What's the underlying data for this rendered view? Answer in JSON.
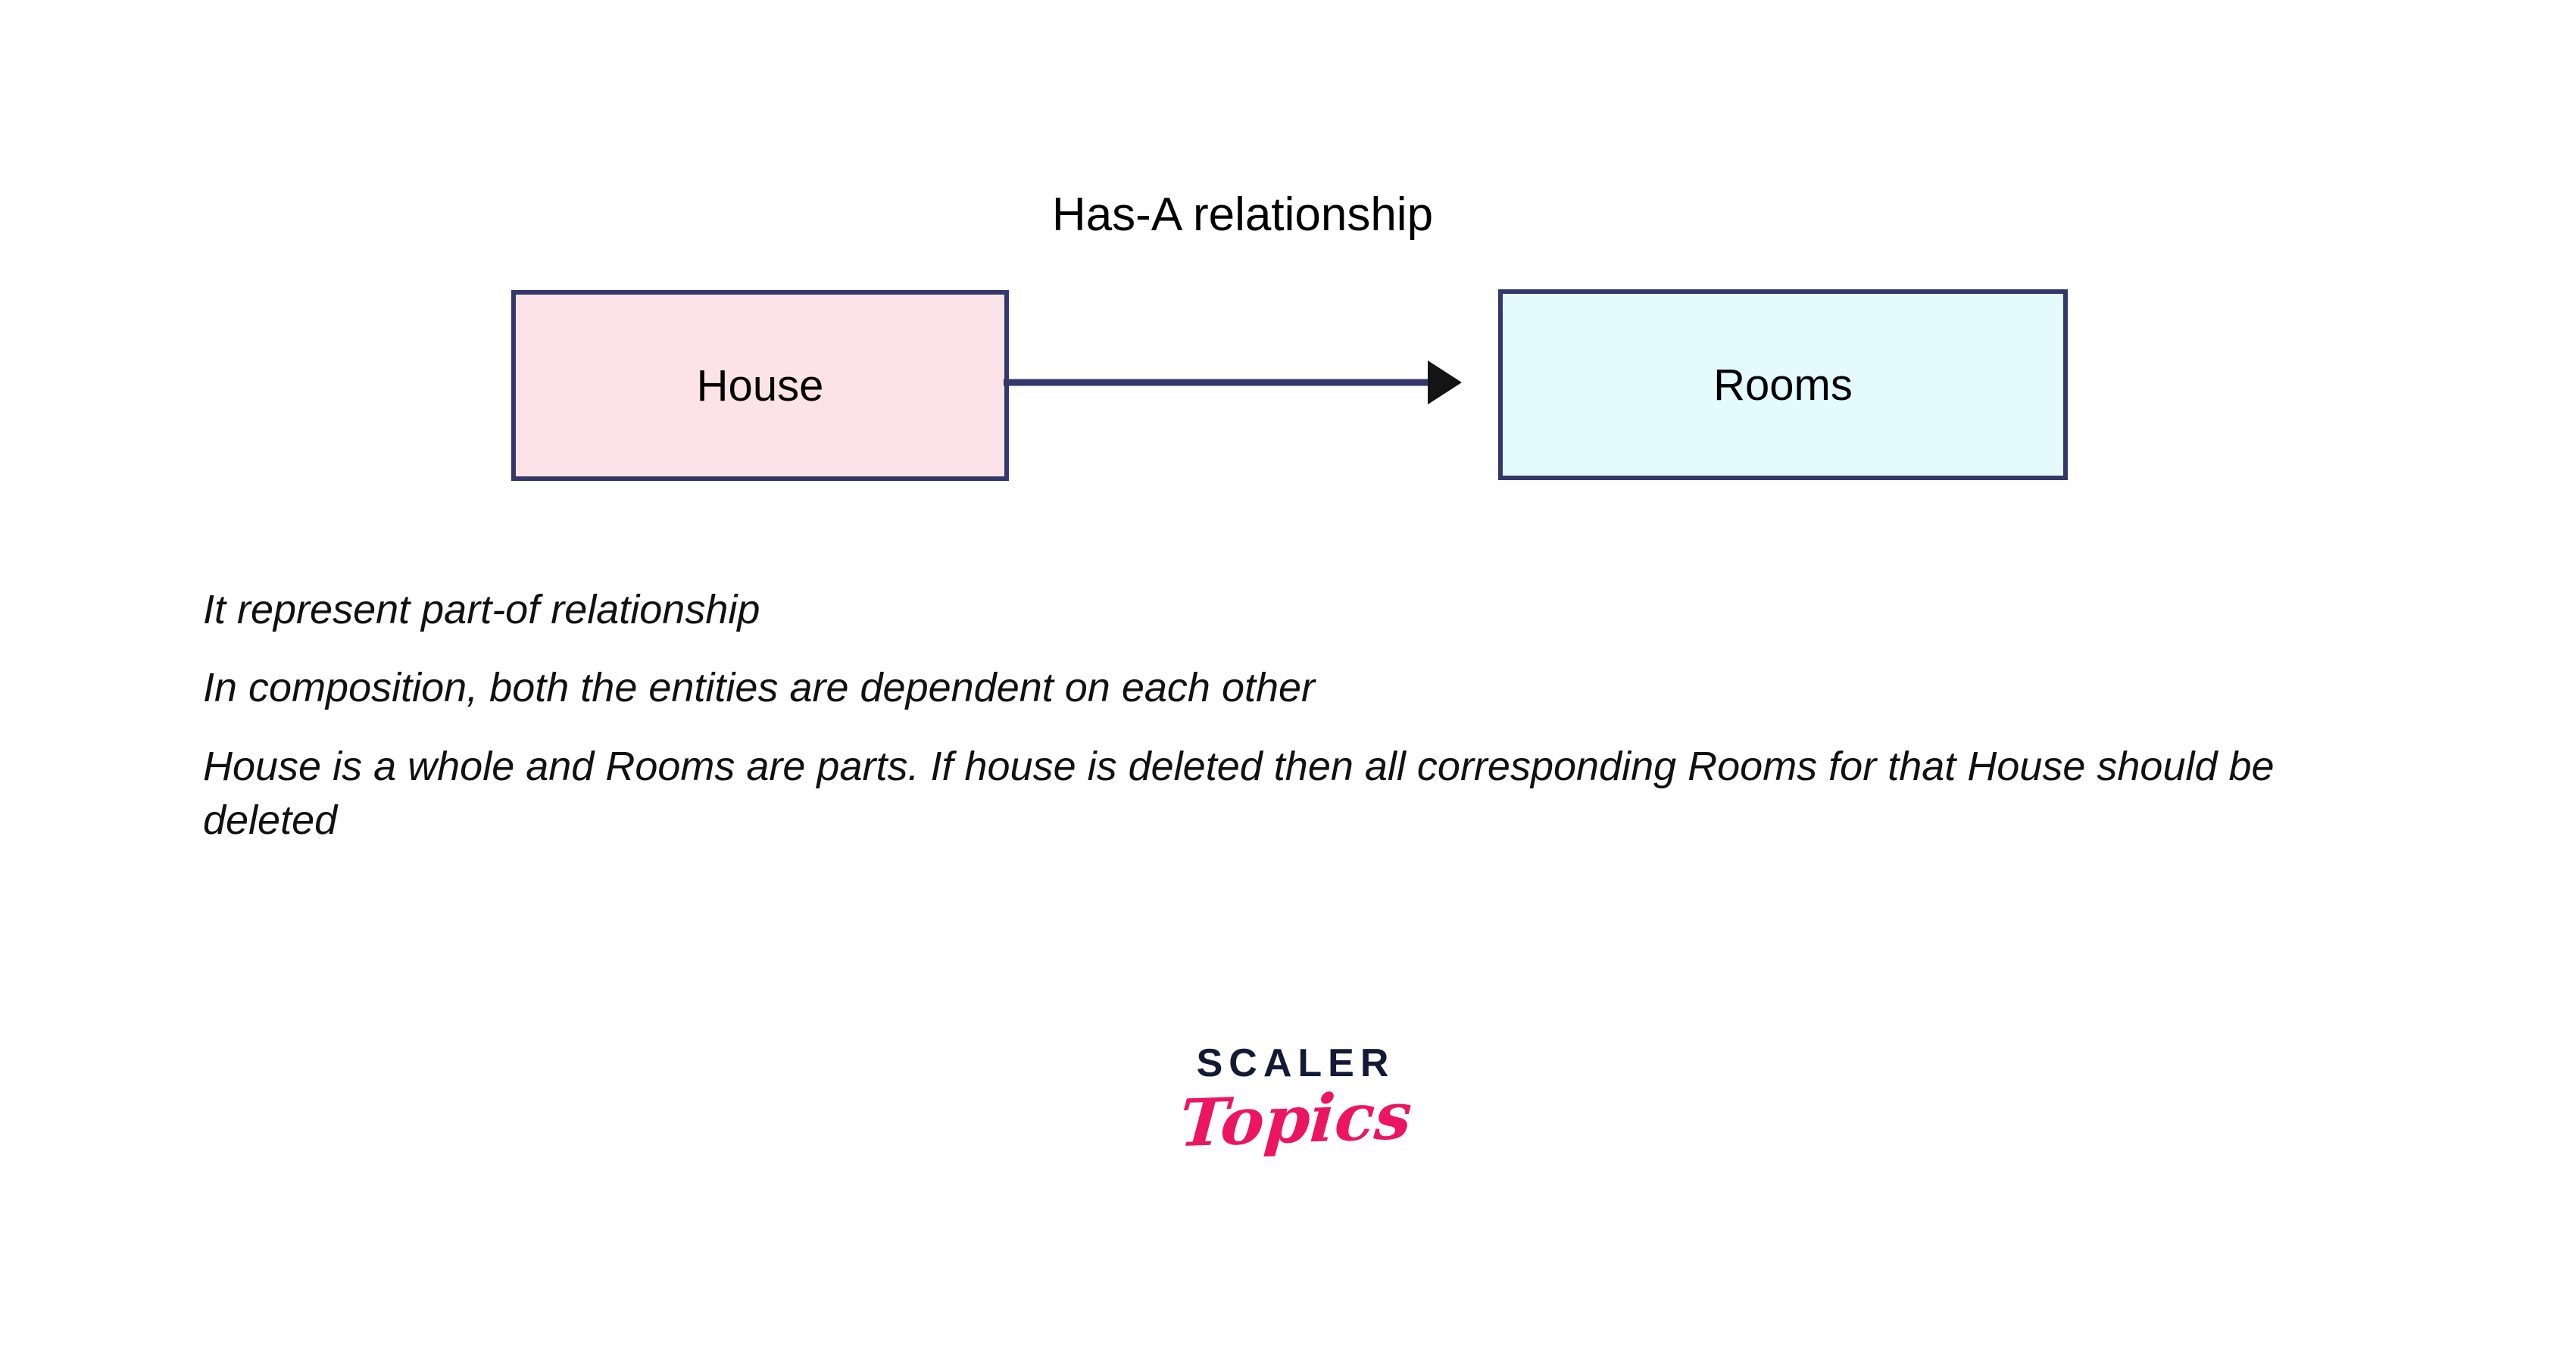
{
  "diagram": {
    "title": "Has-A relationship",
    "type": "composition-has-a",
    "nodes": [
      {
        "id": "house",
        "label": "House",
        "fill": "#fce3e8",
        "border": "#33376a"
      },
      {
        "id": "rooms",
        "label": "Rooms",
        "fill": "#e3fbfd",
        "border": "#33376a"
      }
    ],
    "edge": {
      "from": "House",
      "to": "Rooms",
      "style": "solid-line-filled-arrowhead",
      "line_color": "#33376a",
      "arrowhead_color": "#111111"
    }
  },
  "notes": [
    "It represent part-of relationship",
    "In composition, both the entities are dependent on each other",
    "House is a whole and Rooms are parts. If house is deleted then all corresponding Rooms for that House should be deleted"
  ],
  "logo": {
    "primary": "SCALER",
    "secondary": "Topics",
    "primary_color": "#141a36",
    "secondary_color": "#ec1561"
  }
}
